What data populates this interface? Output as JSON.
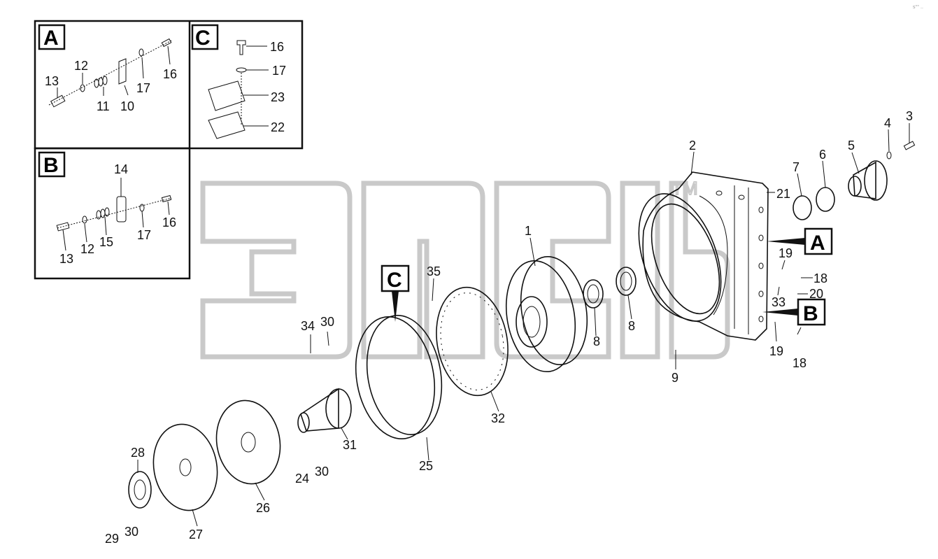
{
  "watermark": {
    "text": "TM"
  },
  "corner_code": "s°° ..",
  "detail_boxes": [
    {
      "id": "A",
      "letter": "A"
    },
    {
      "id": "B",
      "letter": "B"
    },
    {
      "id": "C",
      "letter": "C"
    }
  ],
  "callouts": {
    "main_C": "C",
    "main_A": "A",
    "main_B": "B"
  },
  "labels": {
    "boxA": [
      "13",
      "12",
      "11",
      "10",
      "17",
      "16"
    ],
    "boxB": [
      "14",
      "13",
      "12",
      "15",
      "17",
      "16"
    ],
    "boxC": [
      "16",
      "17",
      "23",
      "22"
    ],
    "main": [
      "1",
      "2",
      "3",
      "4",
      "5",
      "6",
      "7",
      "8",
      "8",
      "9",
      "18",
      "18",
      "19",
      "19",
      "20",
      "21",
      "33",
      "24",
      "25",
      "26",
      "27",
      "28",
      "29",
      "30",
      "30",
      "30",
      "31",
      "32",
      "34",
      "35"
    ]
  }
}
